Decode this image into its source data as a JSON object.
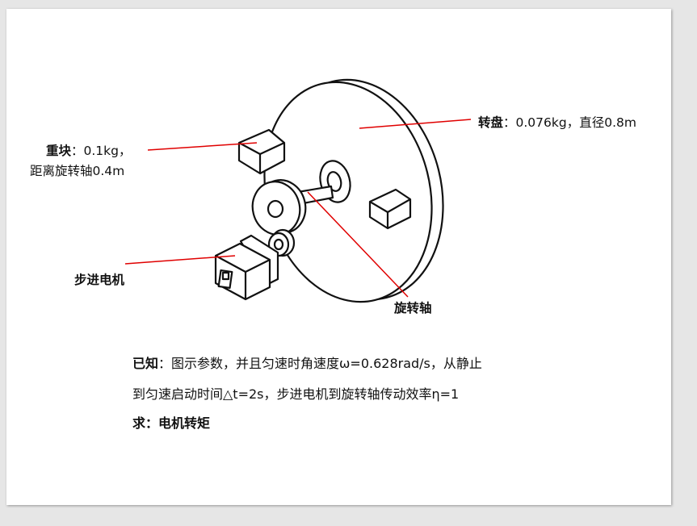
{
  "labels": {
    "weight_title": "重块",
    "weight_value": "：0.1kg，",
    "weight_distance": "距离旋转轴0.4m",
    "disc_title": "转盘",
    "disc_value": "：0.076kg，直径0.8m",
    "motor": "步进电机",
    "shaft": "旋转轴"
  },
  "problem": {
    "known_title": "已知",
    "line1": "：图示参数，并且匀速时角速度ω=0.628rad/s，从静止",
    "line2": "到匀速启动时间△t=2s，步进电机到旋转轴传动效率η=1",
    "ask": "求：电机转矩"
  },
  "colors": {
    "leader_line": "#e00000",
    "drawing": "#111111"
  }
}
